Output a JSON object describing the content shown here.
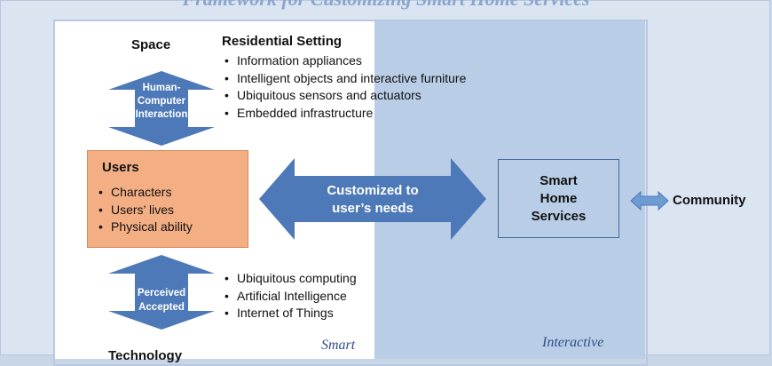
{
  "header": {
    "title": "Framework for Customizing Smart Home Services"
  },
  "space": {
    "label": "Space",
    "setting_title": "Residential Setting",
    "items": [
      "Information appliances",
      "Intelligent objects and interactive furniture",
      "Ubiquitous sensors and actuators",
      "Embedded infrastructure"
    ]
  },
  "hci_arrow": {
    "lines": [
      "Human-",
      "Computer",
      "Interaction"
    ]
  },
  "users": {
    "title": "Users",
    "items": [
      "Characters",
      "Users’ lives",
      "Physical ability"
    ]
  },
  "center_arrow": {
    "lines": [
      "Customized to",
      "user’s needs"
    ]
  },
  "smart_home": {
    "lines": [
      "Smart",
      "Home",
      "Services"
    ]
  },
  "community": {
    "label": "Community"
  },
  "perceived_arrow": {
    "lines": [
      "Perceived",
      "Accepted"
    ]
  },
  "technology": {
    "label": "Technology",
    "items": [
      "Ubiquitous computing",
      "Artificial Intelligence",
      "Internet of Things"
    ]
  },
  "zones": {
    "left_label": "Smart",
    "right_label": "Interactive"
  },
  "colors": {
    "arrow_blue": "#4d79b8",
    "users_orange": "#f3ae84",
    "panel_blue": "#b9cde6"
  }
}
